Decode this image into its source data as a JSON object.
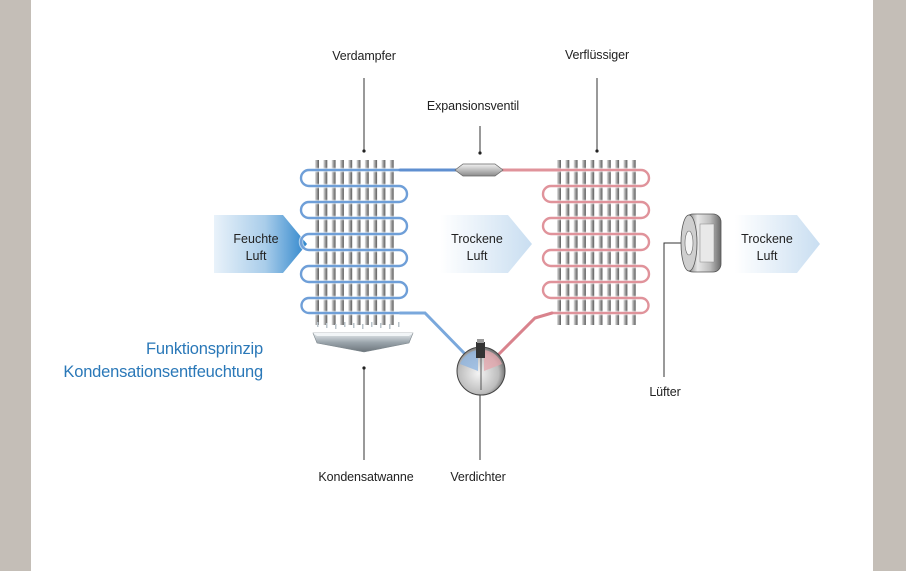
{
  "title": {
    "line1": "Funktionsprinzip",
    "line2": "Kondensationsentfeuchtung",
    "color": "#2a78b8"
  },
  "labels": {
    "evaporator": "Verdampfer",
    "condenser": "Verflüssiger",
    "expansion_valve": "Expansionsventil",
    "condensate_tray": "Kondensatwanne",
    "compressor": "Verdichter",
    "fan": "Lüfter"
  },
  "airflow": {
    "inlet": {
      "line1": "Feuchte",
      "line2": "Luft"
    },
    "middle": {
      "line1": "Trockene",
      "line2": "Luft"
    },
    "outlet": {
      "line1": "Trockene",
      "line2": "Luft"
    }
  },
  "colors": {
    "cold_pipe": "#6f9fd8",
    "hot_pipe": "#e0939b",
    "arrow_blue": "#3b8fd0",
    "arrow_light": "#cfe2f3",
    "border": "#c4beb7"
  }
}
